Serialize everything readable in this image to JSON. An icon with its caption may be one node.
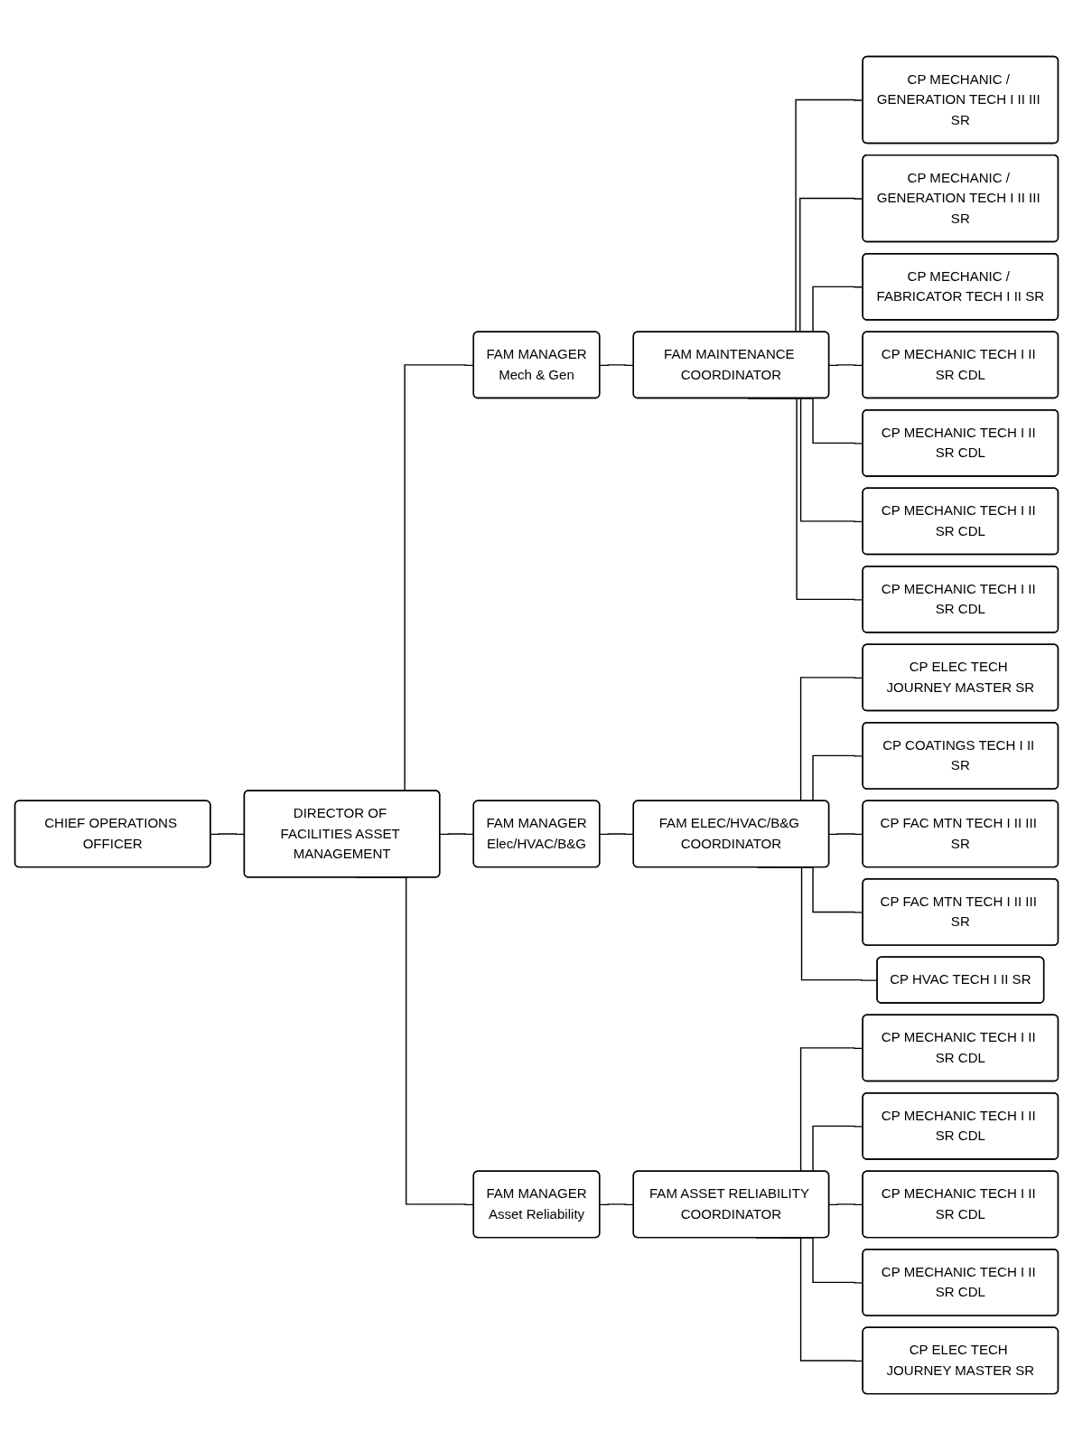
{
  "diagram": {
    "nodes": [
      {
        "text": [
          "CHIEF OPERATIONS OFFICER"
        ]
      },
      {
        "text": [
          "DIRECTOR OF FACILITIES ASSET MANAGEMENT"
        ]
      },
      {
        "text": [
          "FAM MANAGER",
          "Mech & Gen"
        ]
      },
      {
        "text": [
          "FAM MAINTENANCE COORDINATOR"
        ]
      },
      {
        "text": [
          "CP MECHANIC / GENERATION TECH I II III SR"
        ]
      },
      {
        "text": [
          "CP MECHANIC / GENERATION TECH I II III SR"
        ]
      },
      {
        "text": [
          "CP MECHANIC / FABRICATOR TECH I II SR"
        ]
      },
      {
        "text": [
          "CP MECHANIC TECH I II SR CDL"
        ]
      },
      {
        "text": [
          "CP MECHANIC TECH I II SR CDL"
        ]
      },
      {
        "text": [
          "CP MECHANIC TECH I II SR CDL"
        ]
      },
      {
        "text": [
          "CP MECHANIC TECH I II SR CDL"
        ]
      },
      {
        "text": [
          "FAM MANAGER",
          "Elec/HVAC/B&G"
        ]
      },
      {
        "text": [
          "FAM ELEC/HVAC/B&G COORDINATOR"
        ]
      },
      {
        "text": [
          "CP ELEC TECH JOURNEY MASTER SR"
        ]
      },
      {
        "text": [
          "CP COATINGS TECH I II SR"
        ]
      },
      {
        "text": [
          "CP FAC MTN TECH I II III SR"
        ]
      },
      {
        "text": [
          "CP FAC MTN TECH I II III SR"
        ]
      },
      {
        "text": [
          "CP HVAC TECH I II SR"
        ]
      },
      {
        "text": [
          "FAM MANAGER",
          "Asset Reliability"
        ]
      },
      {
        "text": [
          "FAM ASSET RELIABILITY COORDINATOR"
        ]
      },
      {
        "text": [
          "CP MECHANIC TECH I II SR CDL"
        ]
      },
      {
        "text": [
          "CP MECHANIC TECH I II SR CDL"
        ]
      },
      {
        "text": [
          "CP MECHANIC TECH I II SR CDL"
        ]
      },
      {
        "text": [
          "CP MECHANIC TECH I II SR CDL"
        ]
      },
      {
        "text": [
          "CP ELEC TECH JOURNEY MASTER SR"
        ]
      }
    ],
    "edges": [
      {
        "from": 0,
        "to": 1,
        "arrow": "none"
      },
      {
        "from": 1,
        "to": 2,
        "arrow": "none"
      },
      {
        "from": 1,
        "to": 11,
        "arrow": "none"
      },
      {
        "from": 1,
        "to": 18,
        "arrow": "none"
      },
      {
        "from": 2,
        "to": 3,
        "arrow": "none"
      },
      {
        "from": 3,
        "to": 4,
        "arrow": "none"
      },
      {
        "from": 3,
        "to": 5,
        "arrow": "none"
      },
      {
        "from": 3,
        "to": 6,
        "arrow": "none"
      },
      {
        "from": 3,
        "to": 7,
        "arrow": "none"
      },
      {
        "from": 3,
        "to": 8,
        "arrow": "none"
      },
      {
        "from": 3,
        "to": 9,
        "arrow": "none"
      },
      {
        "from": 3,
        "to": 10,
        "arrow": "none"
      },
      {
        "from": 11,
        "to": 12,
        "arrow": "none"
      },
      {
        "from": 12,
        "to": 13,
        "arrow": "none"
      },
      {
        "from": 12,
        "to": 14,
        "arrow": "none"
      },
      {
        "from": 12,
        "to": 15,
        "arrow": "none"
      },
      {
        "from": 12,
        "to": 16,
        "arrow": "none"
      },
      {
        "from": 12,
        "to": 17,
        "arrow": "none"
      },
      {
        "from": 18,
        "to": 19,
        "arrow": "none"
      },
      {
        "from": 19,
        "to": 20,
        "arrow": "none"
      },
      {
        "from": 19,
        "to": 21,
        "arrow": "none"
      },
      {
        "from": 19,
        "to": 22,
        "arrow": "none"
      },
      {
        "from": 19,
        "to": 23,
        "arrow": "none"
      },
      {
        "from": 19,
        "to": 24,
        "arrow": "none"
      }
    ]
  }
}
